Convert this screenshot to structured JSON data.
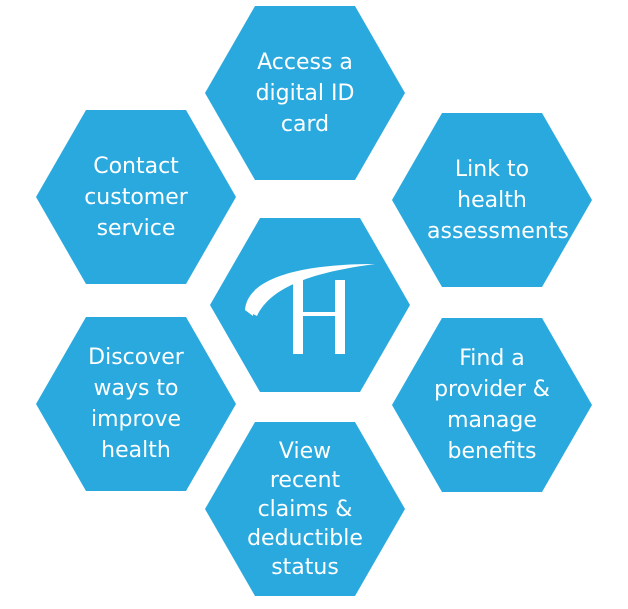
{
  "colors": {
    "hex_fill": "#29A9DE",
    "text": "#FFFFFF",
    "background": "#FFFFFF"
  },
  "hexagons": {
    "top": "Access a\ndigital ID\ncard",
    "top_left": "Contact\ncustomer\nservice",
    "top_right": "Link to\nhealth\nassessments",
    "bottom_left": "Discover\nways to\nimprove\nhealth",
    "bottom_right": "Find a\nprovider &\nmanage\nbenefits",
    "bottom": "View\nrecent\nclaims &\ndeductible\nstatus"
  },
  "center": {
    "logo_icon": "h-swoosh-logo-icon",
    "logo_letter": "H"
  }
}
